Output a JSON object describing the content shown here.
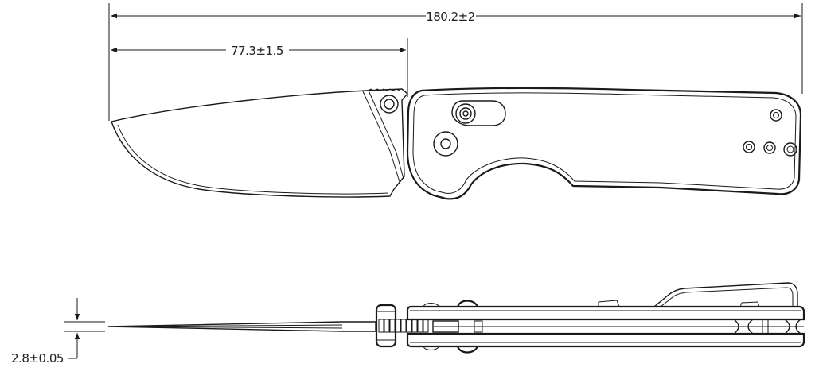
{
  "drawing": {
    "dimensions": {
      "overall_length": "180.2±2",
      "blade_length": "77.3±1.5",
      "blade_thickness": "2.8±0.05"
    },
    "colors": {
      "line": "#1a1a1a",
      "background": "#ffffff"
    }
  }
}
